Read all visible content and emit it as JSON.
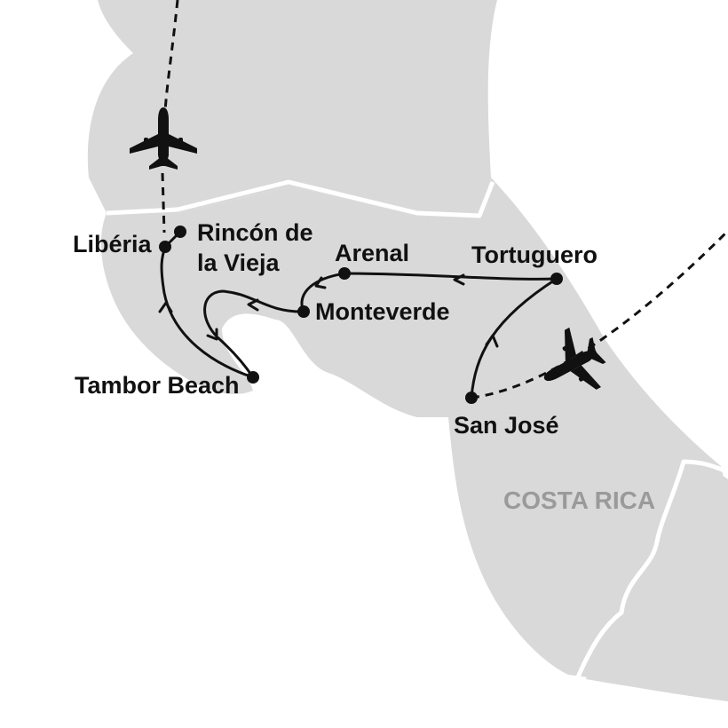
{
  "map": {
    "country_label": "COSTA RICA",
    "colors": {
      "land": "#d9d9d9",
      "water": "#ffffff",
      "border": "#ffffff",
      "route": "#111111",
      "label": "#111111",
      "country_label": "#9a9a9a"
    },
    "places": [
      {
        "id": "liberia",
        "name": "Libéria"
      },
      {
        "id": "rincon",
        "name_lines": [
          "Rincón de",
          "la Vieja"
        ]
      },
      {
        "id": "arenal",
        "name": "Arenal"
      },
      {
        "id": "tortuguero",
        "name": "Tortuguero"
      },
      {
        "id": "monteverde",
        "name": "Monteverde"
      },
      {
        "id": "tambor",
        "name": "Tambor Beach"
      },
      {
        "id": "sanjose",
        "name": "San José"
      }
    ],
    "icons": {
      "arrival": "airplane-icon",
      "departure": "airplane-icon"
    }
  }
}
